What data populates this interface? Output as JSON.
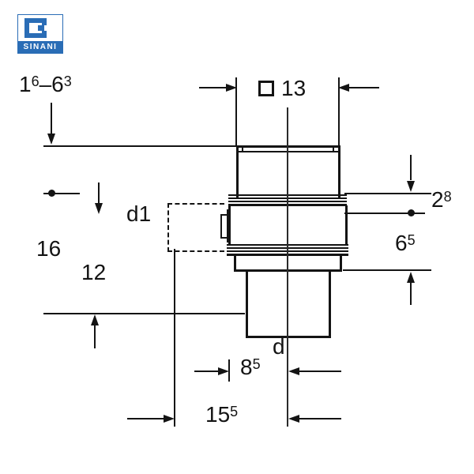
{
  "colors": {
    "accent_blue": "#2a6db6",
    "line_black": "#141414"
  },
  "logo": {
    "brand": "SINANI"
  },
  "dimensions": {
    "insertion_range": {
      "base1": "1",
      "sup1": "6",
      "separator": "–",
      "base2": "6",
      "sup2": "3"
    },
    "square_width": {
      "value": "13"
    },
    "top_offset": {
      "base": "2",
      "sup": "8"
    },
    "flange_height": {
      "base": "6",
      "sup": "5"
    },
    "height_outer": "16",
    "height_inner": "12",
    "side_inlet_label": "d1",
    "outlet_label": "d",
    "inlet_offset": {
      "base": "8",
      "sup": "5"
    },
    "inlet_length": {
      "base": "15",
      "sup": "5"
    }
  }
}
